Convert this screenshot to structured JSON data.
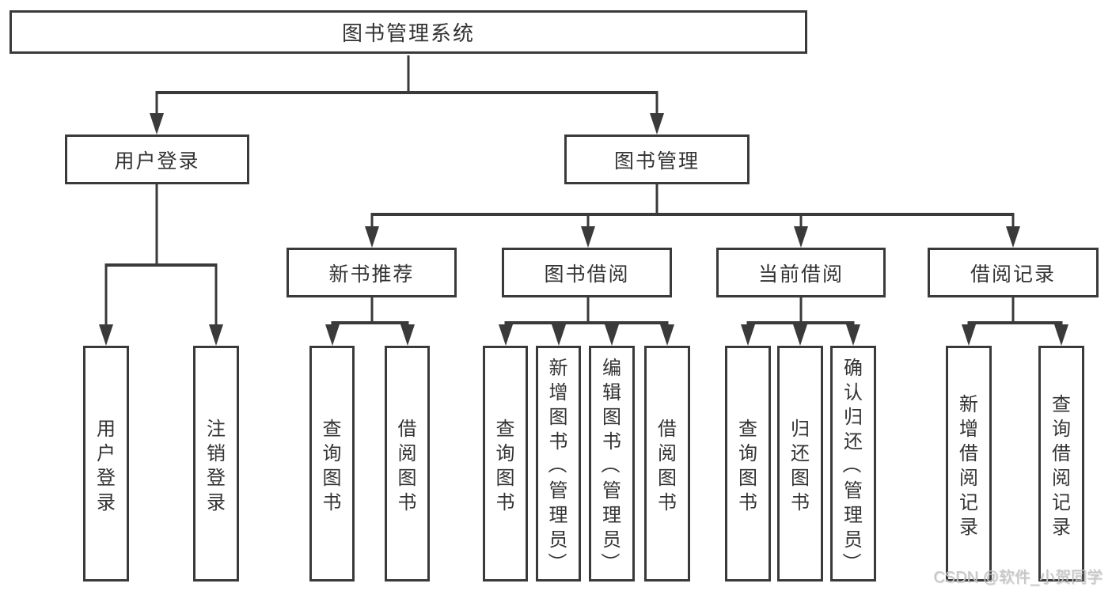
{
  "tree": {
    "label": "图书管理系统",
    "children": [
      {
        "label": "用户登录",
        "children": [
          {
            "label": "用户登录"
          },
          {
            "label": "注销登录"
          }
        ]
      },
      {
        "label": "图书管理",
        "children": [
          {
            "label": "新书推荐",
            "children": [
              {
                "label": "查询图书"
              },
              {
                "label": "借阅图书"
              }
            ]
          },
          {
            "label": "图书借阅",
            "children": [
              {
                "label": "查询图书"
              },
              {
                "label": "新增图书（管理员）"
              },
              {
                "label": "编辑图书（管理员）"
              },
              {
                "label": "借阅图书"
              }
            ]
          },
          {
            "label": "当前借阅",
            "children": [
              {
                "label": "查询图书"
              },
              {
                "label": "归还图书"
              },
              {
                "label": "确认归还（管理员）"
              }
            ]
          },
          {
            "label": "借阅记录",
            "children": [
              {
                "label": "新增借阅记录"
              },
              {
                "label": "查询借阅记录"
              }
            ]
          }
        ]
      }
    ]
  },
  "watermark": {
    "text": "CSDN @软件_小贺同学"
  },
  "colors": {
    "line": "#3a3a3a",
    "box_border": "#3a3a3a",
    "text": "#333333",
    "watermark": "#c6c6c6",
    "background": "#ffffff"
  }
}
